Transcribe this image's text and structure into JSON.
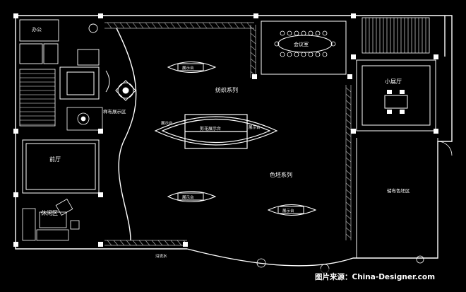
{
  "title": "",
  "labels": {
    "office": "办公",
    "meeting_room": "会议室",
    "hall_west": "前厅",
    "lounge": "休闲区",
    "small_hall": "小展厅",
    "hand_weave_series": "纺织系列",
    "color_weave_series": "色坯系列",
    "booth_top": "展示台",
    "booth_center": "剪花展示台",
    "booth_lower_left": "展示台",
    "booth_lower_right": "展示台",
    "booth_center_left": "展示台",
    "booth_center_right": "展示台",
    "corridor_note": "沿流水",
    "east_note": "储布色坯区",
    "west_note": "样布展示区"
  },
  "watermark": {
    "brand": "图片来源：China-Designer.com"
  },
  "colors": {
    "background": "#000000",
    "line": "#ffffff",
    "wall_hatch": "#bdbdbd"
  }
}
